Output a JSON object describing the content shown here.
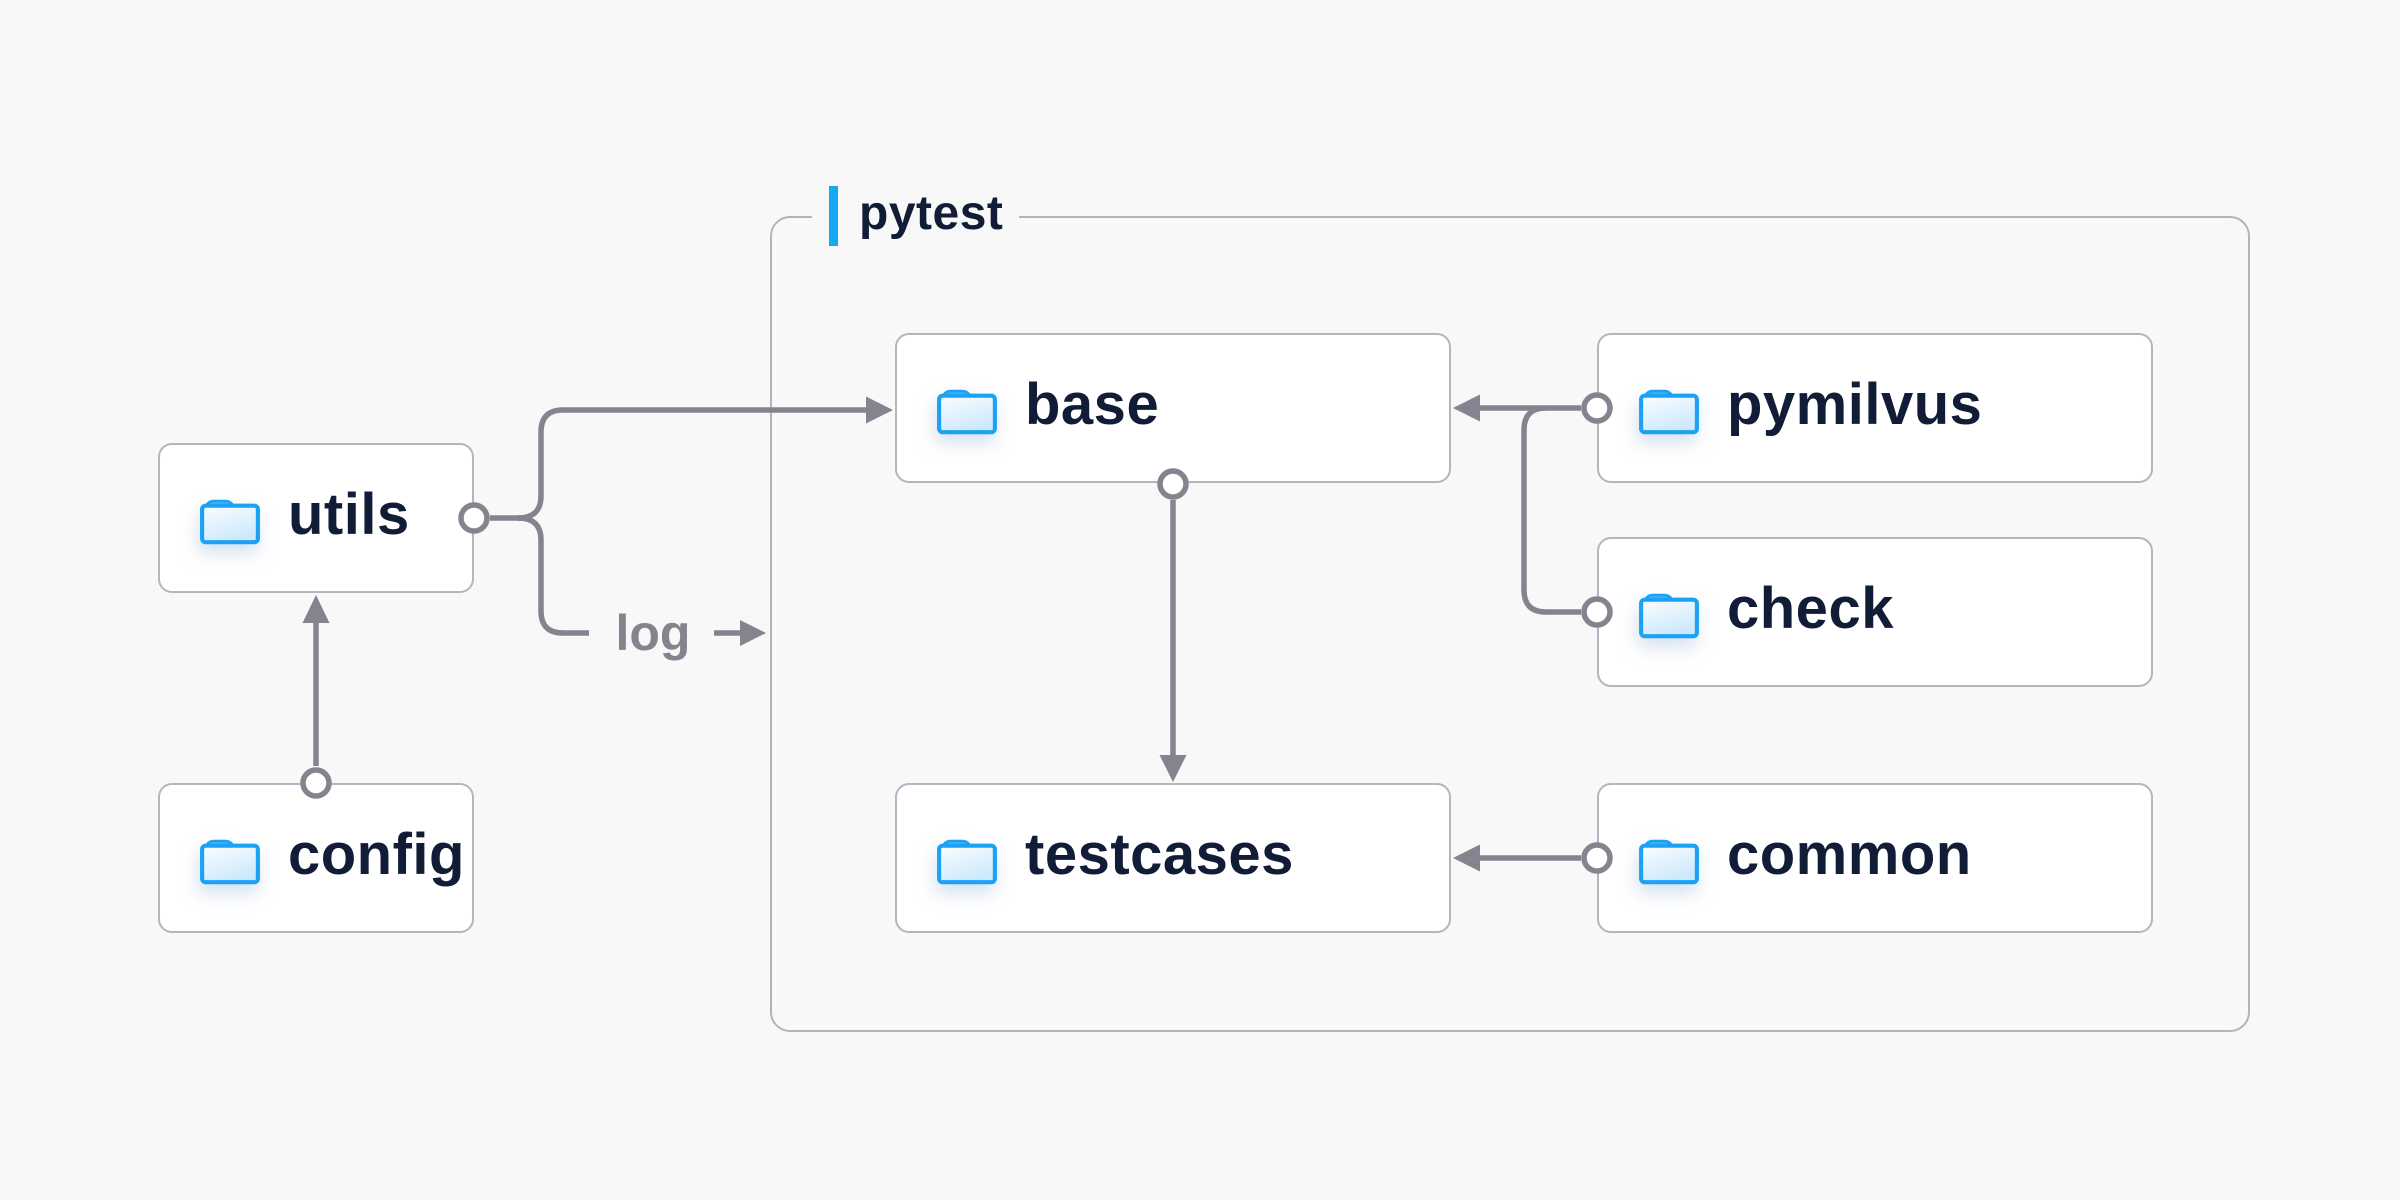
{
  "diagram": {
    "group": {
      "label": "pytest"
    },
    "nodes": [
      {
        "id": "utils",
        "label": "utils",
        "icon": "folder-icon"
      },
      {
        "id": "config",
        "label": "config",
        "icon": "folder-icon"
      },
      {
        "id": "base",
        "label": "base",
        "icon": "folder-icon"
      },
      {
        "id": "testcases",
        "label": "testcases",
        "icon": "folder-icon"
      },
      {
        "id": "pymilvus",
        "label": "pymilvus",
        "icon": "folder-icon"
      },
      {
        "id": "check",
        "label": "check",
        "icon": "folder-icon"
      },
      {
        "id": "common",
        "label": "common",
        "icon": "folder-icon"
      }
    ],
    "edge_label": "log",
    "edges": [
      {
        "from": "config",
        "to": "utils",
        "type": "arrow"
      },
      {
        "from": "utils",
        "to": "base",
        "type": "arrow"
      },
      {
        "from": "utils",
        "to": "log",
        "type": "plain"
      },
      {
        "from": "log",
        "to": "pytest-group",
        "type": "arrow"
      },
      {
        "from": "base",
        "to": "testcases",
        "type": "arrow"
      },
      {
        "from": "pymilvus",
        "to": "base",
        "type": "arrow"
      },
      {
        "from": "check",
        "to": "base",
        "type": "arrow"
      },
      {
        "from": "common",
        "to": "testcases",
        "type": "arrow"
      }
    ],
    "colors": {
      "background": "#f8f8f9",
      "node_fill": "#ffffff",
      "node_border": "#b5b5c2",
      "group_border": "#b2b2c0",
      "connector": "#84848f",
      "accent": "#15a6f4",
      "label_text": "#111c36",
      "edge_label_text": "#84848f",
      "folder_stroke": "#1ba2f3",
      "folder_tab": "#54b7f6"
    }
  }
}
